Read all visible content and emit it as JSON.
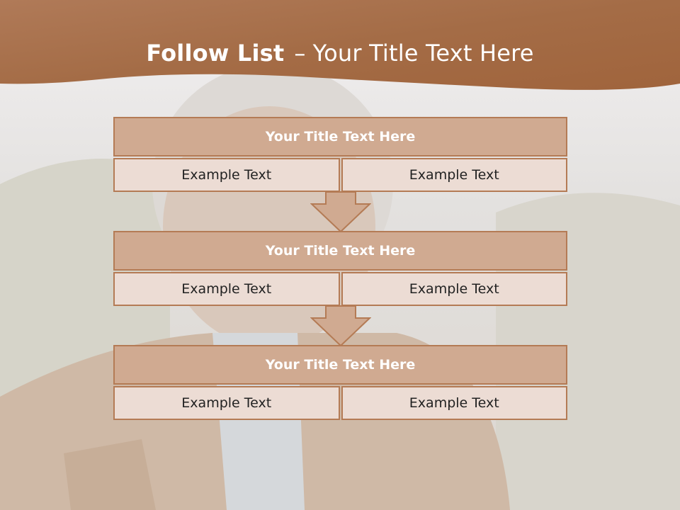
{
  "slide": {
    "title_bold": "Follow List",
    "title_dash": "–",
    "title_rest": "Your Title Text Here"
  },
  "colors": {
    "accent": "#b47b55",
    "header_band": "#a56d45",
    "title_fill": "#d0aa91",
    "cell_fill": "#ecdcd4"
  },
  "blocks": [
    {
      "title": "Your Title Text Here",
      "left": "Example Text",
      "right": "Example Text"
    },
    {
      "title": "Your Title Text Here",
      "left": "Example Text",
      "right": "Example Text"
    },
    {
      "title": "Your Title Text Here",
      "left": "Example Text",
      "right": "Example Text"
    }
  ],
  "arrows": [
    "down-arrow-icon",
    "down-arrow-icon"
  ]
}
